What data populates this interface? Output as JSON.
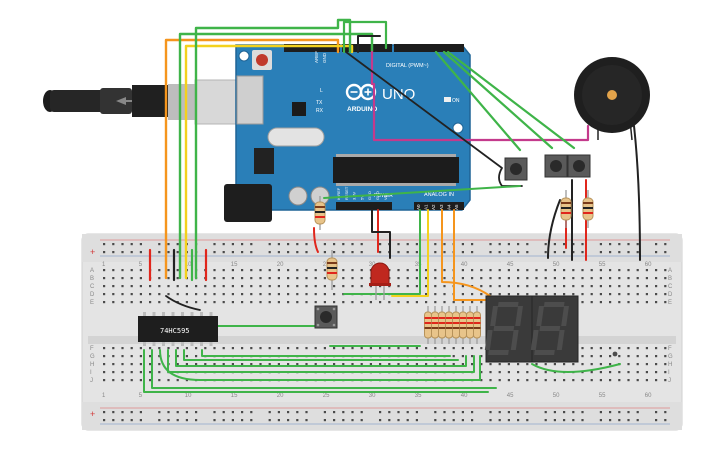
{
  "board": {
    "brand": "ARDUINO",
    "model": "UNO",
    "on_label": "ON",
    "digital_label": "DIGITAL (PWM~)",
    "analog_label": "ANALOG IN",
    "power_label": "POWER",
    "aref_label": "AREF",
    "gnd_label": "GND",
    "tx_label": "TX",
    "rx_label": "RX",
    "l_label": "L",
    "analog_pins": [
      "A0",
      "A1",
      "A2",
      "A3",
      "A4",
      "A5"
    ],
    "power_pins": [
      "IOREF",
      "RESET",
      "3.3V",
      "5V",
      "GND",
      "GND",
      "Vin"
    ]
  },
  "chip": {
    "label": "74HC595"
  },
  "breadboard": {
    "column_numbers": [
      "1",
      "5",
      "10",
      "15",
      "20",
      "25",
      "30",
      "35",
      "40",
      "45",
      "50",
      "55",
      "60"
    ],
    "row_letters_top": [
      "A",
      "B",
      "C",
      "D",
      "E"
    ],
    "row_letters_bottom": [
      "F",
      "G",
      "H",
      "I",
      "J"
    ],
    "rail_plus": "+",
    "rail_minus": "−"
  },
  "colors": {
    "board": "#2a7fb8",
    "board_edge": "#1f6496",
    "wire_orange": "#f5951d",
    "wire_yellow": "#f3d11e",
    "wire_green": "#3fb449",
    "wire_red": "#e0261c",
    "wire_black": "#222222",
    "wire_magenta": "#c43a8c",
    "segment_display": "#3a3a3a",
    "segment": "#4d4d4d",
    "breadboard": "#e6e6e6"
  },
  "icons": [
    "usb-cable-icon",
    "buzzer-icon",
    "pushbutton-icon",
    "led-icon",
    "resistor-icon",
    "seven-segment-display-icon"
  ]
}
